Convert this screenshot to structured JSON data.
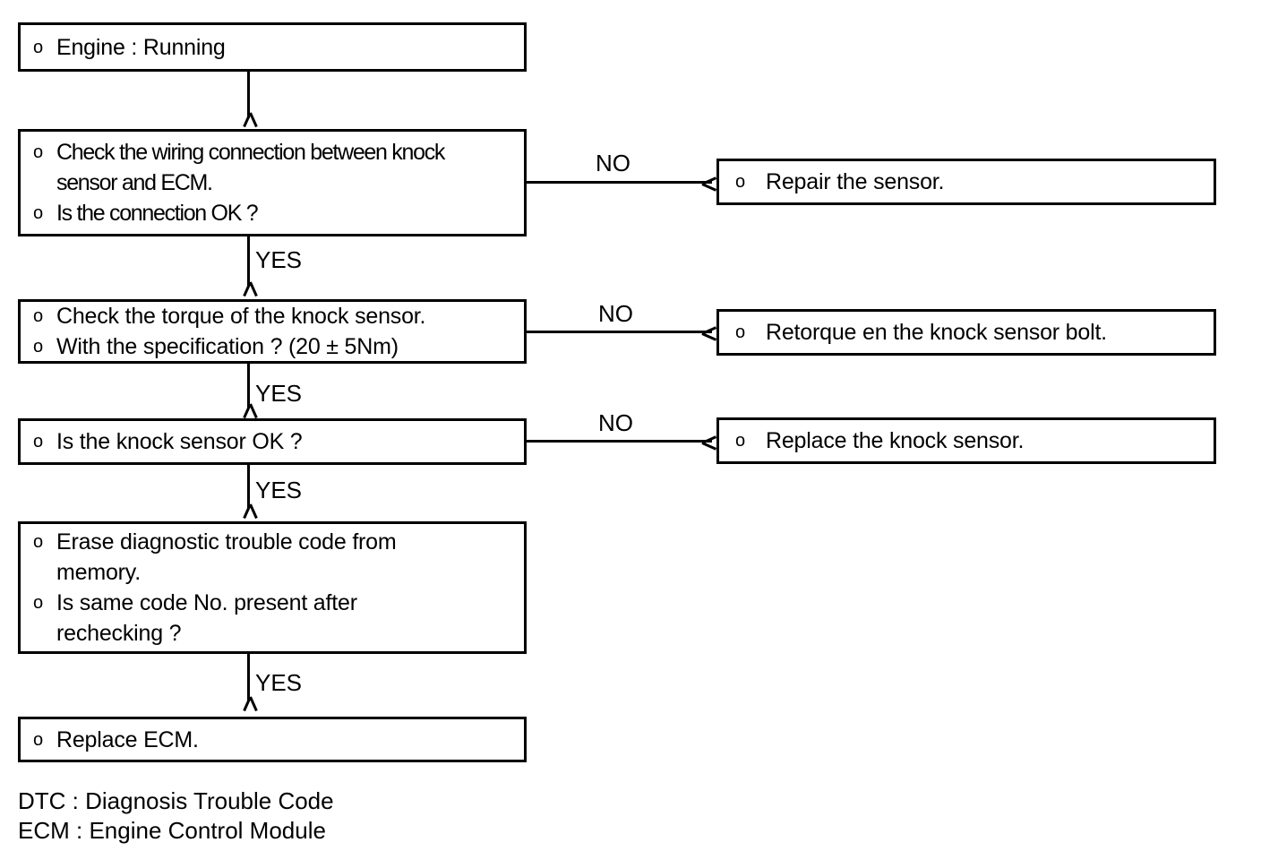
{
  "diagram": {
    "title": "Knock sensor diagnostic flowchart",
    "bullet_glyph": "o",
    "line_color": "#000000",
    "background": "#ffffff"
  },
  "nodes": [
    {
      "id": "engine-running",
      "lines": [
        "Engine : Running"
      ]
    },
    {
      "id": "check-wiring",
      "lines": [
        "Check the wiring connection between knock",
        "sensor and ECM.",
        "Is the connection OK ?"
      ]
    },
    {
      "id": "check-torque",
      "lines": [
        "Check the torque of the knock sensor.",
        "With the specification ? (20 ± 5Nm)"
      ]
    },
    {
      "id": "knock-sensor-ok",
      "lines": [
        "Is the knock sensor OK ?"
      ]
    },
    {
      "id": "erase-dtc",
      "lines": [
        "Erase diagnostic trouble code from",
        "memory.",
        "Is same code No. present after",
        "rechecking ?"
      ]
    },
    {
      "id": "replace-ecm",
      "lines": [
        "Replace ECM."
      ]
    },
    {
      "id": "repair-sensor",
      "lines": [
        "Repair the sensor."
      ]
    },
    {
      "id": "retorque-bolt",
      "lines": [
        "Retorque en the knock sensor bolt."
      ]
    },
    {
      "id": "replace-knock-sensor",
      "lines": [
        "Replace the knock sensor."
      ]
    }
  ],
  "edge_labels": {
    "no_1": "NO",
    "no_2": "NO",
    "no_3": "NO",
    "yes_1": "YES",
    "yes_2": "YES",
    "yes_3": "YES",
    "yes_4": "YES"
  },
  "legend": {
    "line_1": "DTC : Diagnosis Trouble Code",
    "line_2": "ECM : Engine Control Module"
  }
}
